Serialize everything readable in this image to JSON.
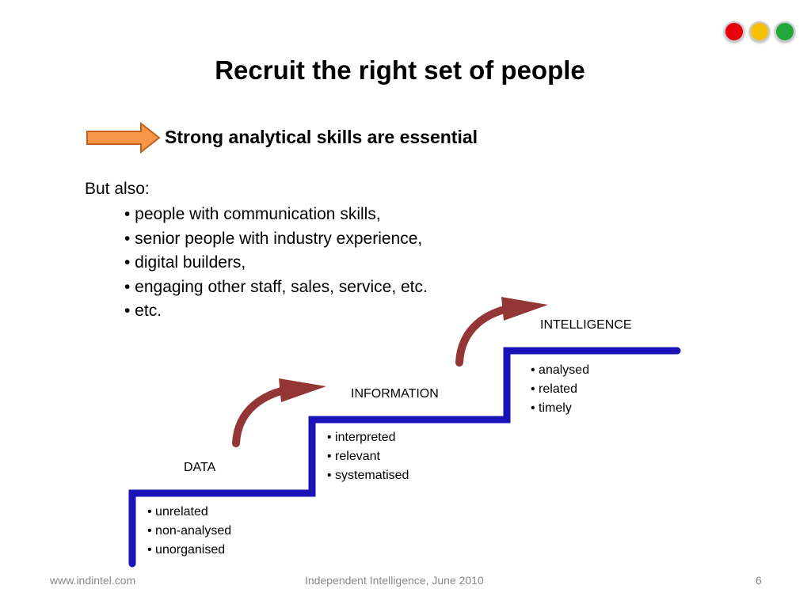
{
  "slide": {
    "title": "Recruit the right set of people",
    "highlight": "Strong analytical skills are essential",
    "intro": "But also:",
    "bullets": [
      "• people with communication skills,",
      "• senior people with industry experience,",
      "• digital builders,",
      "• engaging other staff, sales, service, etc.",
      "• etc."
    ]
  },
  "steps": [
    {
      "label": "DATA",
      "items": [
        "• unrelated",
        "• non-analysed",
        "• unorganised"
      ]
    },
    {
      "label": "INFORMATION",
      "items": [
        "• interpreted",
        "• relevant",
        "• systematised"
      ]
    },
    {
      "label": "INTELLIGENCE",
      "items": [
        "• analysed",
        "• related",
        "• timely"
      ]
    }
  ],
  "indicator_colors": [
    "#e8000b",
    "#f5c000",
    "#22a83a"
  ],
  "colors": {
    "stair": "#1a14b8",
    "curve_arrow": "#943636",
    "highlight_arrow": "#f79646"
  },
  "icons": {
    "highlight": "arrow-right-icon",
    "step_up": "curved-arrow-icon"
  },
  "footer": {
    "website": "www.indintel.com",
    "center": "Independent Intelligence,  June 2010",
    "page": "6"
  }
}
